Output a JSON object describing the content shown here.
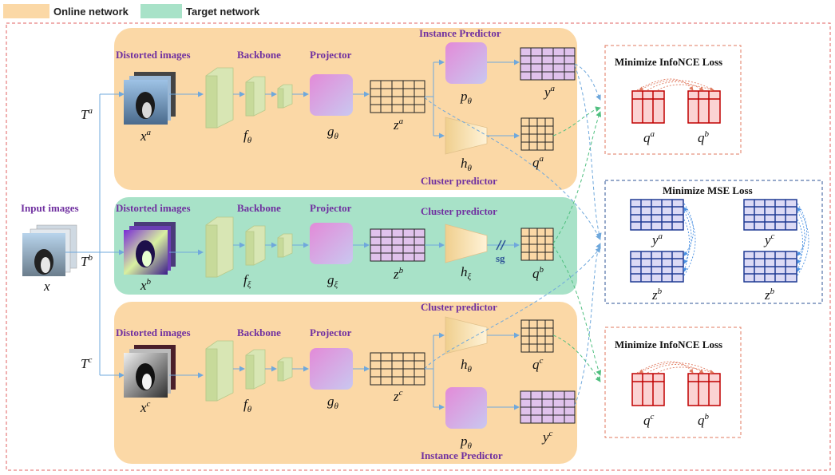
{
  "legend": {
    "online": "Online network",
    "target": "Target network"
  },
  "input": {
    "label": "Input images",
    "symbol": "x"
  },
  "transforms": {
    "a": "T",
    "a_sup": "a",
    "b": "T",
    "b_sup": "b",
    "c": "T",
    "c_sup": "c"
  },
  "branches": {
    "top": {
      "distorted": "Distorted images",
      "backbone": "Backbone",
      "projector": "Projector",
      "x": "x",
      "x_sup": "a",
      "f": "f",
      "f_sub": "θ",
      "g": "g",
      "g_sub": "θ",
      "z": "z",
      "z_sup": "a",
      "instance_predictor": "Instance Predictor",
      "cluster_predictor": "Cluster predictor",
      "p": "p",
      "p_sub": "θ",
      "h": "h",
      "h_sub": "θ",
      "y": "y",
      "y_sup": "a",
      "q": "q",
      "q_sup": "a"
    },
    "middle": {
      "distorted": "Distorted images",
      "backbone": "Backbone",
      "projector": "Projector",
      "x": "x",
      "x_sup": "b",
      "f": "f",
      "f_sub": "ξ",
      "g": "g",
      "g_sub": "ξ",
      "z": "z",
      "z_sup": "b",
      "cluster_predictor": "Cluster predictor",
      "h": "h",
      "h_sub": "ξ",
      "sg": "sg",
      "q": "q",
      "q_sup": "b"
    },
    "bottom": {
      "distorted": "Distorted images",
      "backbone": "Backbone",
      "projector": "Projector",
      "x": "x",
      "x_sup": "c",
      "f": "f",
      "f_sub": "θ",
      "g": "g",
      "g_sub": "θ",
      "z": "z",
      "z_sup": "c",
      "cluster_predictor": "Cluster predictor",
      "instance_predictor": "Instance Predictor",
      "h": "h",
      "h_sub": "θ",
      "p": "p",
      "p_sub": "θ",
      "q": "q",
      "q_sup": "c",
      "y": "y",
      "y_sup": "c"
    }
  },
  "losses": {
    "infonce_top": {
      "title": "Minimize InfoNCE Loss",
      "left": "q",
      "left_sup": "a",
      "right": "q",
      "right_sup": "b"
    },
    "mse": {
      "title": "Minimize MSE Loss",
      "ya": "y",
      "ya_sup": "a",
      "yc": "y",
      "yc_sup": "c",
      "zb1": "z",
      "zb1_sup": "b",
      "zb2": "z",
      "zb2_sup": "b"
    },
    "infonce_bottom": {
      "title": "Minimize InfoNCE Loss",
      "left": "q",
      "left_sup": "c",
      "right": "q",
      "right_sup": "b"
    }
  },
  "colors": {
    "online": "#fbd8a6",
    "target": "#a8e2c8",
    "outer_border": "#e06060",
    "mse_border": "#2f5597",
    "purple_text": "#7030a0",
    "red_matrix": "#c00000",
    "blue_matrix": "#1f3a93"
  }
}
